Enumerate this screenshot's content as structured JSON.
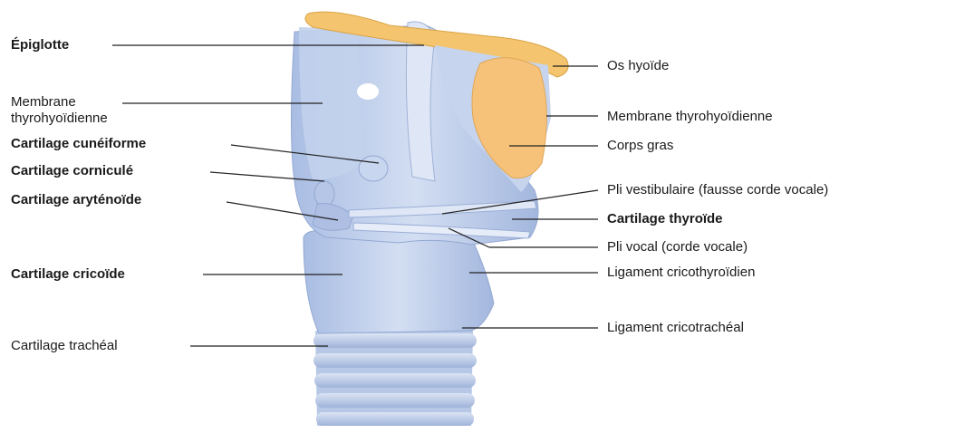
{
  "labels_left": [
    {
      "id": "epiglotte",
      "lines": [
        "Épiglotte"
      ],
      "bold": true
    },
    {
      "id": "membrane-left",
      "lines": [
        "Membrane",
        "thyrohyoïdienne"
      ],
      "bold": false
    },
    {
      "id": "cuneiforme",
      "lines": [
        "Cartilage cunéiforme"
      ],
      "bold": true
    },
    {
      "id": "cornicule",
      "lines": [
        "Cartilage corniculé"
      ],
      "bold": true
    },
    {
      "id": "arytenoide",
      "lines": [
        "Cartilage aryténoïde"
      ],
      "bold": true
    },
    {
      "id": "cricoide",
      "lines": [
        "Cartilage cricoïde"
      ],
      "bold": true
    },
    {
      "id": "tracheal",
      "lines": [
        "Cartilage trachéal"
      ],
      "bold": false
    }
  ],
  "labels_right": [
    {
      "id": "os-hyoide",
      "lines": [
        "Os hyoïde"
      ],
      "bold": false
    },
    {
      "id": "membrane-right",
      "lines": [
        "Membrane thyrohyoïdienne"
      ],
      "bold": false
    },
    {
      "id": "corps-gras",
      "lines": [
        "Corps gras"
      ],
      "bold": false
    },
    {
      "id": "pli-vestibulaire",
      "lines": [
        "Pli vestibulaire (fausse corde vocale)"
      ],
      "bold": false
    },
    {
      "id": "thyroide",
      "lines": [
        "Cartilage thyroïde"
      ],
      "bold": true
    },
    {
      "id": "pli-vocal",
      "lines": [
        "Pli vocal (corde vocale)"
      ],
      "bold": false
    },
    {
      "id": "cricothyroidien",
      "lines": [
        "Ligament cricothyroïdien"
      ],
      "bold": false
    },
    {
      "id": "cricotracheal",
      "lines": [
        "Ligament cricotrachéal"
      ],
      "bold": false
    }
  ],
  "colors": {
    "cartilage": "#b9c9e8",
    "cartilage_dark": "#8ea4d0",
    "membrane": "#cfdcf1",
    "bone": "#f4c46e",
    "fat": "#f6c27a",
    "leader": "#222222"
  }
}
